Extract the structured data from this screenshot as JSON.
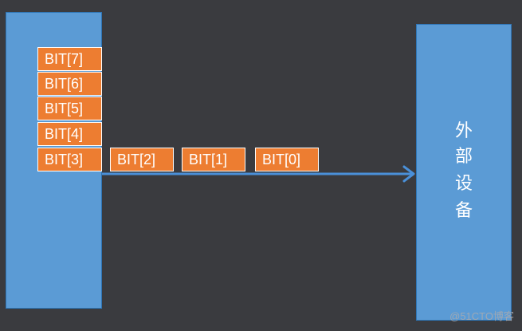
{
  "colors": {
    "background": "#3a3b3f",
    "block": "#5b9bd5",
    "bit_fill": "#ed7d31",
    "bit_border": "#ffffff",
    "arrow": "#4a90d9"
  },
  "bits": {
    "b7": "BIT[7]",
    "b6": "BIT[6]",
    "b5": "BIT[5]",
    "b4": "BIT[4]",
    "b3": "BIT[3]",
    "b2": "BIT[2]",
    "b1": "BIT[1]",
    "b0": "BIT[0]"
  },
  "external_device": {
    "char1": "外",
    "char2": "部",
    "char3": "设",
    "char4": "备"
  },
  "watermark": "@51CTO博客"
}
